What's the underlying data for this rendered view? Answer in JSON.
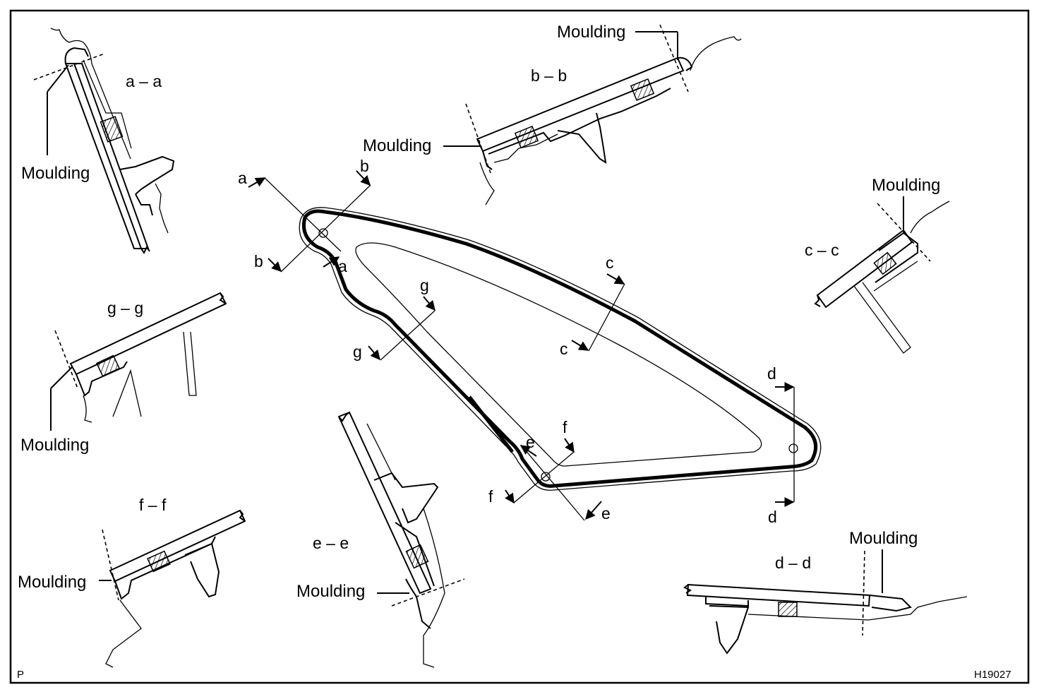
{
  "labels": {
    "moulding": "Moulding",
    "page_code": "P",
    "figure_id": "H19027"
  },
  "sections": {
    "aa": "a – a",
    "bb": "b – b",
    "cc": "c – c",
    "dd": "d – d",
    "ee": "e – e",
    "ff": "f – f",
    "gg": "g – g"
  },
  "cuts": {
    "a": "a",
    "b": "b",
    "c": "c",
    "d": "d",
    "e": "e",
    "f": "f",
    "g": "g"
  }
}
